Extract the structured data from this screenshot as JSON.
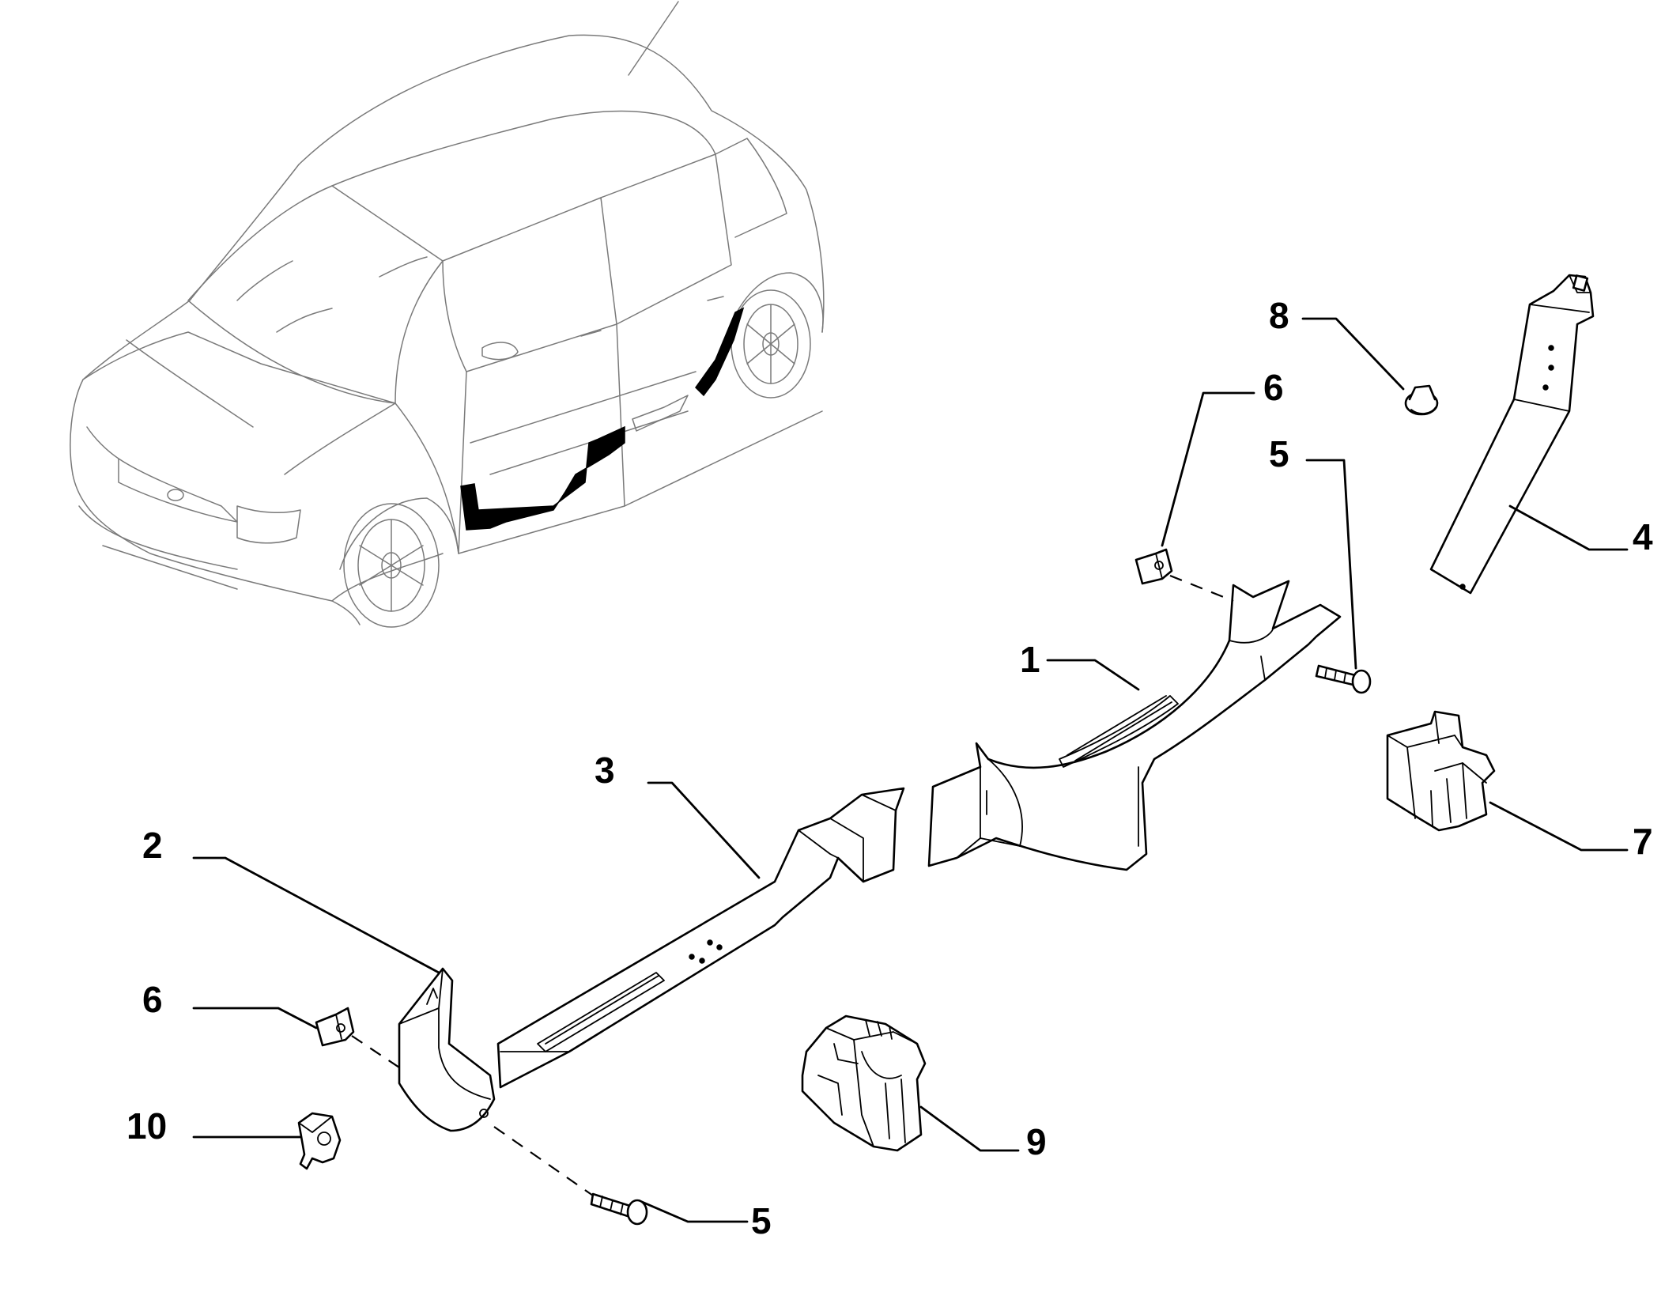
{
  "diagram": {
    "type": "exploded-parts-diagram",
    "colors": {
      "line": "#000000",
      "vehicle_outline": "#7a7a7a",
      "background": "#ffffff"
    },
    "callouts": [
      {
        "id": "c1",
        "label": "1"
      },
      {
        "id": "c2",
        "label": "2"
      },
      {
        "id": "c3",
        "label": "3"
      },
      {
        "id": "c4",
        "label": "4"
      },
      {
        "id": "c5a",
        "label": "5"
      },
      {
        "id": "c5b",
        "label": "5"
      },
      {
        "id": "c6a",
        "label": "6"
      },
      {
        "id": "c6b",
        "label": "6"
      },
      {
        "id": "c7",
        "label": "7"
      },
      {
        "id": "c8",
        "label": "8"
      },
      {
        "id": "c9",
        "label": "9"
      },
      {
        "id": "c10",
        "label": "10"
      }
    ]
  }
}
